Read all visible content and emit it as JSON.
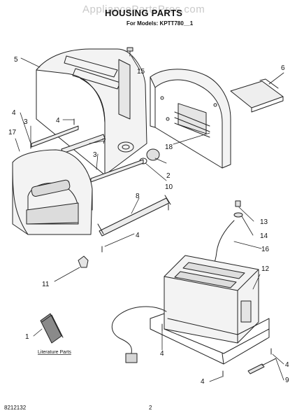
{
  "watermark": "AppliancePartsPros.com",
  "title": "HOUSING PARTS",
  "subtitle": "For Models: KPTT780__1",
  "footer": {
    "code": "8212132",
    "page": "2"
  },
  "literature_label": "Literature Parts",
  "callouts": {
    "c1": "1",
    "c2": "2",
    "c3a": "3",
    "c3b": "3",
    "c4a": "4",
    "c4b": "4",
    "c4c": "4",
    "c4d": "4",
    "c4e": "4",
    "c4f": "4",
    "c5": "5",
    "c6": "6",
    "c7": "7",
    "c8": "8",
    "c9": "9",
    "c10": "10",
    "c11": "11",
    "c12": "12",
    "c13": "13",
    "c14": "14",
    "c15": "15",
    "c16": "16",
    "c17": "17",
    "c18": "18"
  }
}
